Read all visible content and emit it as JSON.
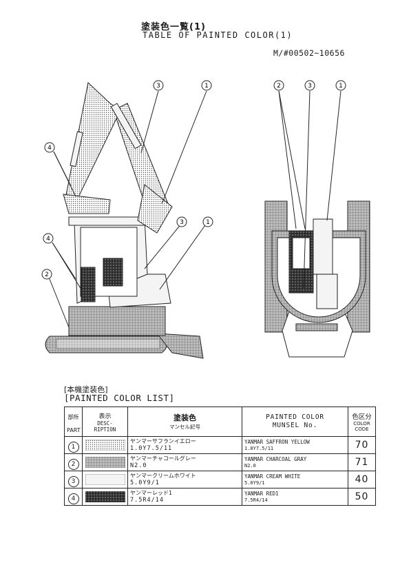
{
  "header": {
    "title_jp": "塗装色一覧(1)",
    "title_en": "TABLE OF PAINTED COLOR(1)",
    "serial": "M/#00502~10656"
  },
  "drawing": {
    "side_callouts": [
      "3",
      "1",
      "4",
      "3",
      "1",
      "4",
      "2"
    ],
    "front_callouts": [
      "2",
      "3",
      "1"
    ]
  },
  "list": {
    "title_jp": "[本機塗装色]",
    "title_en": "[PAINTED COLOR LIST]",
    "headers": {
      "part_jp": "部所",
      "part_en": "PART",
      "desc_jp": "表示",
      "desc_en_1": "DESC-",
      "desc_en_2": "RIPTION",
      "color_jp": "塗装色",
      "color_jp_sub": "マンセル記号",
      "color_en_1": "PAINTED COLOR",
      "color_en_2": "MUNSEL No.",
      "code_jp": "色区分",
      "code_en_1": "COLOR",
      "code_en_2": "CODE"
    },
    "rows": [
      {
        "part": "1",
        "name_jp": "ヤンマーサフランイエロー",
        "munsell_jp": "1.0Y7.5/11",
        "name_en": "YANMAR SAFFRON YELLOW",
        "munsell_en": "1.0Y7.5/11",
        "code": "70",
        "swatch": "yellow-dot"
      },
      {
        "part": "2",
        "name_jp": "ヤンマーチャコールグレー",
        "munsell_jp": "N2.0",
        "name_en": "YANMAR CHARCOAL GRAY",
        "munsell_en": "N2.0",
        "code": "71",
        "swatch": "gray-grid"
      },
      {
        "part": "3",
        "name_jp": "ヤンマークリームホワイト",
        "munsell_jp": "5.0Y9/1",
        "name_en": "YANMAR CREAM WHITE",
        "munsell_en": "5.0Y9/1",
        "code": "40",
        "swatch": "cream-fine"
      },
      {
        "part": "4",
        "name_jp": "ヤンマーレッド1",
        "munsell_jp": "7.5R4/14",
        "name_en": "YANMAR RED1",
        "munsell_en": "7.5R4/14",
        "code": "50",
        "swatch": "red-dark"
      }
    ]
  }
}
